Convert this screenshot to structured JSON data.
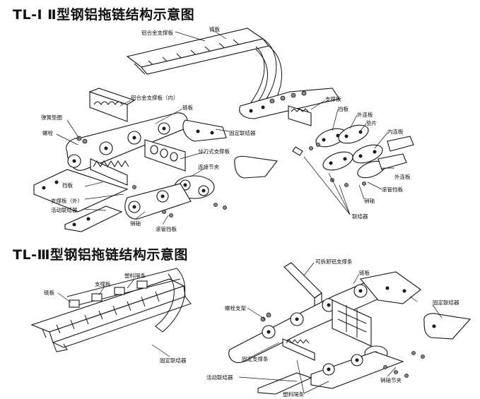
{
  "titles": {
    "top": "TL-Ⅰ Ⅱ型钢铝拖链结构示意图",
    "bottom": "TL-Ⅲ型钢铝拖链结构示意图"
  },
  "labels_top": [
    "链板",
    "铝合金支撑板",
    "铝合金支撑板（内）",
    "链板",
    "弹簧垫圈",
    "螺栓",
    "固定联结器",
    "分刀式支撑板",
    "连接节夹",
    "挡板",
    "支撑板（外）",
    "活动联结器",
    "销轴",
    "滚管挡板",
    "支撑板",
    "挡板",
    "外连板",
    "垫片",
    "内连板",
    "外连板",
    "滚管挡板",
    "销轴",
    "联结器"
  ],
  "labels_bottom": [
    "链板",
    "支撑板",
    "塑料隔条",
    "固定联结器",
    "可拆卸铝支撑条",
    "链板",
    "固定联结器",
    "螺栓支架",
    "固定支撑条",
    "活动联结器",
    "塑料隔条",
    "销轴节夹"
  ]
}
